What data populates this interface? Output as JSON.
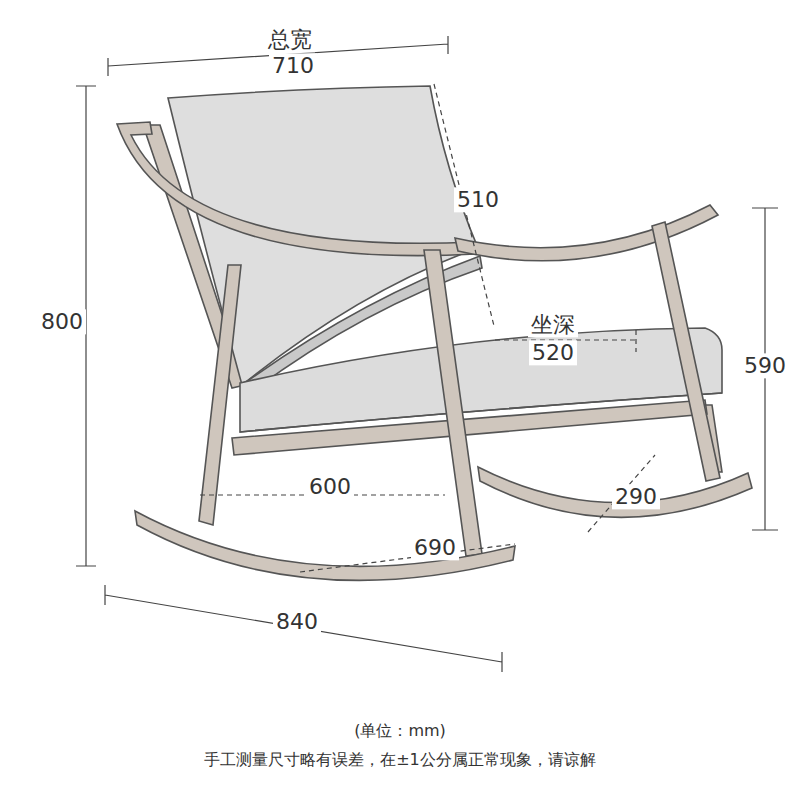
{
  "diagram": {
    "labels": [
      "总宽",
      "710",
      "510",
      "坐深",
      "520",
      "800",
      "590",
      "600",
      "290",
      "690",
      "840",
      "(单位：mm)",
      "手工测量尺寸略有误差，在±1公分属正常现象，请谅解"
    ]
  }
}
